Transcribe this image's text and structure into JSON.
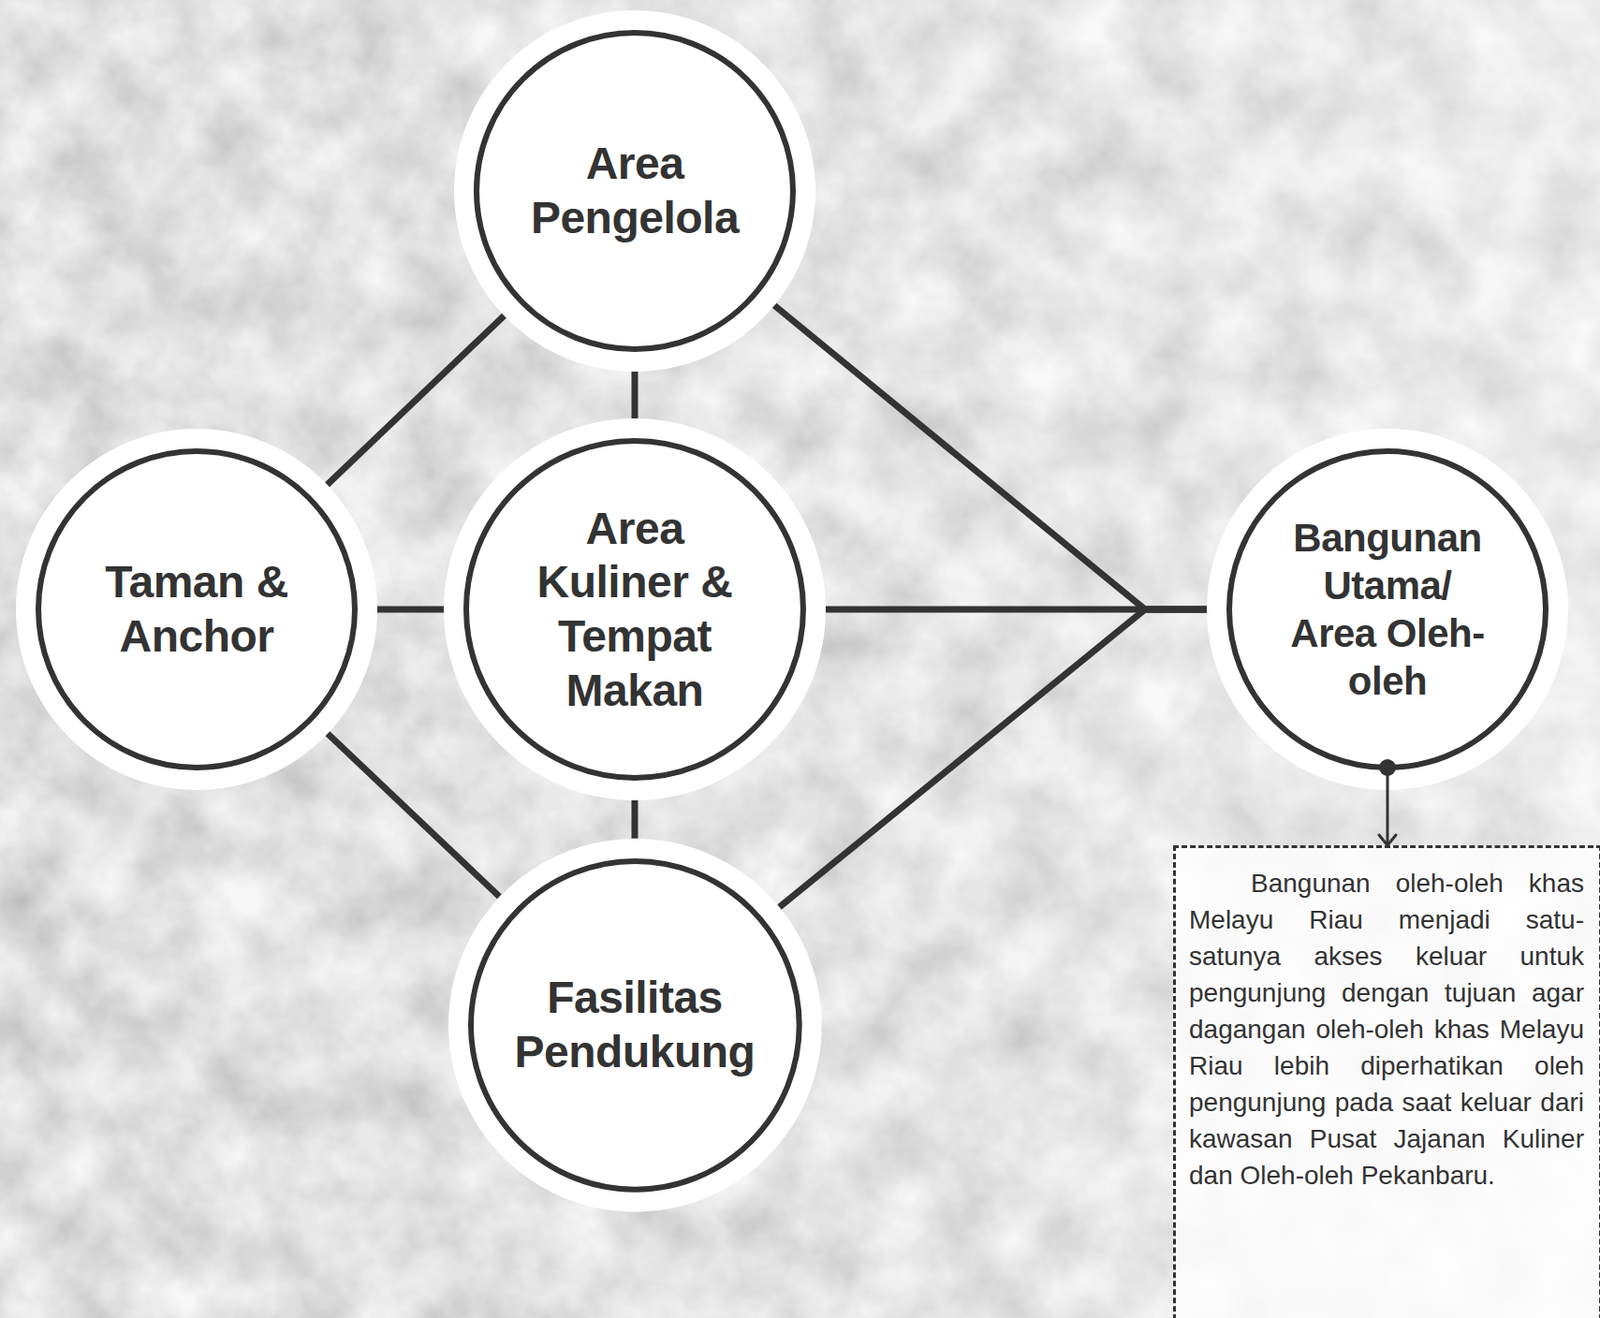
{
  "diagram": {
    "nodes": [
      {
        "text": [
          "Area Pengelola"
        ]
      },
      {
        "text": [
          "Taman & Anchor"
        ]
      },
      {
        "text": [
          "Area Kuliner & Tempat Makan"
        ]
      },
      {
        "text": [
          "Bangunan Utama/ Area Oleh-oleh"
        ]
      },
      {
        "text": [
          "Fasilitas Pendukung"
        ]
      },
      {
        "text": [
          "Bangunan oleh-oleh khas Melayu Riau menjadi satu-satunya akses keluar untuk pengunjung dengan tujuan agar dagangan oleh-oleh khas Melayu Riau lebih diperhatikan oleh pengunjung pada saat keluar dari kawasan Pusat Jajanan Kuliner dan Oleh-oleh Pekanbaru."
        ]
      }
    ],
    "edges": [
      {
        "from": 0,
        "to": 1,
        "arrow": "none"
      },
      {
        "from": 0,
        "to": 2,
        "arrow": "none"
      },
      {
        "from": 0,
        "to": 3,
        "arrow": "none"
      },
      {
        "from": 1,
        "to": 2,
        "arrow": "none"
      },
      {
        "from": 2,
        "to": 3,
        "arrow": "none"
      },
      {
        "from": 1,
        "to": 4,
        "arrow": "none"
      },
      {
        "from": 2,
        "to": 4,
        "arrow": "none"
      },
      {
        "from": 4,
        "to": 3,
        "arrow": "none"
      },
      {
        "from": 3,
        "to": 5,
        "arrow": "to"
      }
    ]
  }
}
